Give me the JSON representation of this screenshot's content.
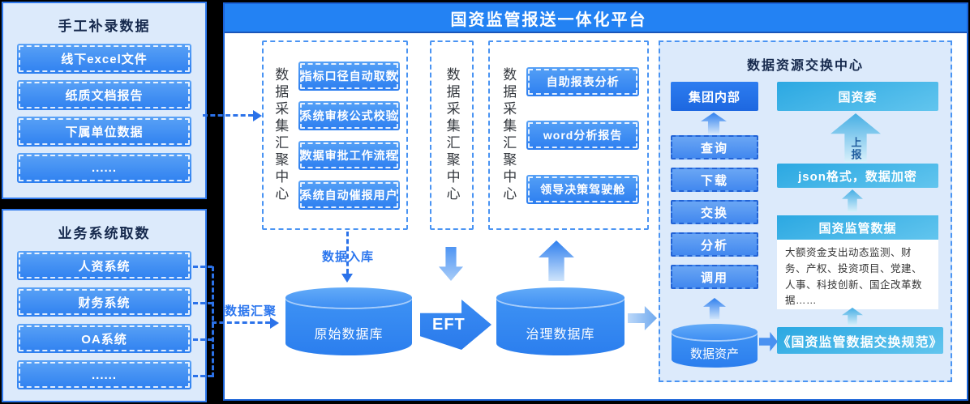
{
  "colors": {
    "primary_blue": "#2b7ff0",
    "title_bar_blue": "#2382f3",
    "cyan_accent": "#3ab0e6",
    "panel_light_blue": "#dceafb",
    "navy_text": "#16294d",
    "background_black": "#000000"
  },
  "left_top_panel": {
    "title": "手工补录数据",
    "items": [
      "线下excel文件",
      "纸质文档报告",
      "下属单位数据",
      "......"
    ]
  },
  "left_bottom_panel": {
    "title": "业务系统取数",
    "items": [
      "人资系统",
      "财务系统",
      "OA系统",
      "......"
    ]
  },
  "platform": {
    "title": "国资监管报送一体化平台"
  },
  "collect_center_1": {
    "label": "数据采集汇聚中心",
    "items": [
      "指标口径自动取数",
      "系统审核公式校验",
      "数据审批工作流程",
      "系统自动催报用户"
    ]
  },
  "collect_center_2": {
    "label": "数据采集汇聚中心"
  },
  "collect_center_3": {
    "label": "数据采集汇聚中心",
    "items": [
      "自助报表分析",
      "word分析报告",
      "领导决策驾驶舱"
    ]
  },
  "flow": {
    "ingest_label": "数据入库",
    "gather_label": "数据汇聚",
    "raw_db_label": "原始数据库",
    "eft_label": "EFT",
    "governed_db_label": "治理数据库"
  },
  "exchange_center": {
    "title": "数据资源交换中心",
    "group_internal": "集团内部",
    "actions": [
      "查询",
      "下载",
      "交换",
      "分析",
      "调用"
    ],
    "data_asset_label": "数据资产",
    "sasac": "国资委",
    "report_label": "上报",
    "json_label": "json格式，数据加密",
    "card_title": "国资监管数据",
    "card_body": "大额资金支出动态监测、财务、产权、投资项目、党建、人事、科技创新、国企改革数据……",
    "spec_label": "《国资监管数据交换规范》"
  }
}
